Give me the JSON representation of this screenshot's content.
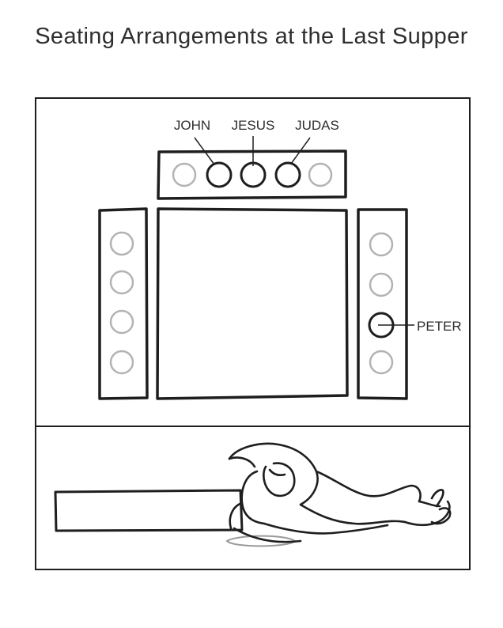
{
  "title": "Seating Arrangements at the Last Supper",
  "labels": {
    "john": "JOHN",
    "jesus": "JESUS",
    "judas": "JUDAS",
    "peter": "PETER"
  },
  "colors": {
    "ink": "#1e1e1e",
    "empty_seat": "#b3b3b3",
    "shadow": "#9a9a9a"
  }
}
